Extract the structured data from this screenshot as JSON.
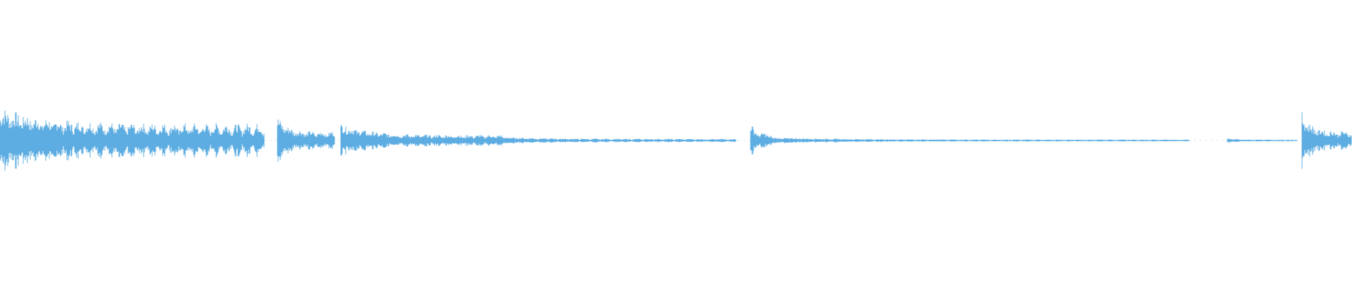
{
  "waveform": {
    "color": "#5dade2",
    "background": "#ffffff",
    "segments": [
      {
        "start": 0.0,
        "end": 0.196,
        "peak": 0.12,
        "fade": 0.1
      },
      {
        "start": 0.205,
        "end": 0.248,
        "peak": 0.11,
        "fade": 0.05
      },
      {
        "start": 0.252,
        "end": 0.372,
        "peak": 0.08,
        "fade": 0.03
      },
      {
        "start": 0.372,
        "end": 0.545,
        "peak": 0.015,
        "fade": 0.01
      },
      {
        "start": 0.555,
        "end": 0.571,
        "peak": 0.09,
        "fade": 0.04
      },
      {
        "start": 0.571,
        "end": 0.88,
        "peak": 0.015,
        "fade": 0.005
      },
      {
        "start": 0.908,
        "end": 0.96,
        "peak": 0.01,
        "fade": 0.005
      },
      {
        "start": 0.963,
        "end": 1.0,
        "peak": 0.14,
        "fade": 0.05
      }
    ]
  }
}
